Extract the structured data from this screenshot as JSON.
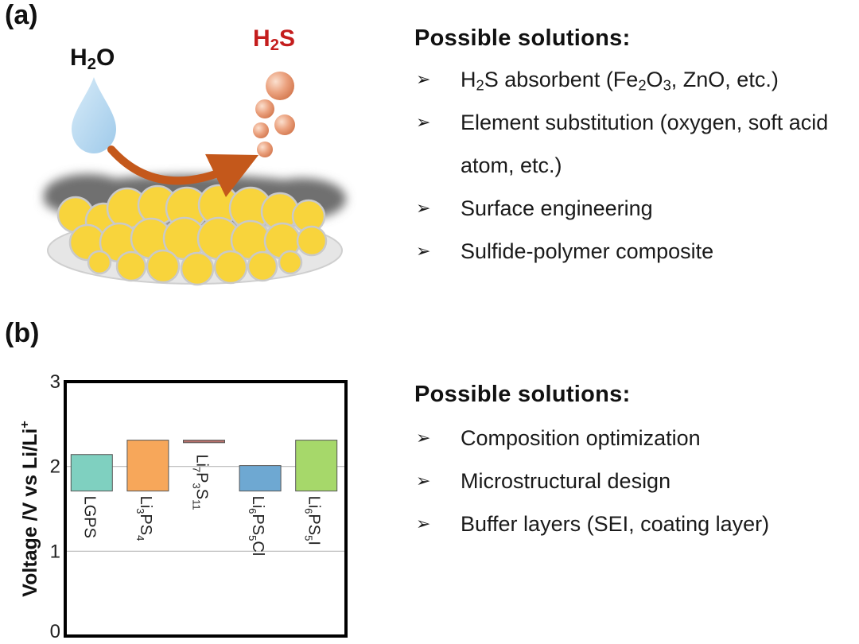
{
  "panel_a": {
    "label": "(a)",
    "water_label": [
      "H",
      "2",
      "O"
    ],
    "gas_label": [
      "H",
      "2",
      "S"
    ],
    "heading": "Possible solutions:",
    "solutions": [
      [
        {
          "t": "H"
        },
        {
          "t": "2",
          "sub": true
        },
        {
          "t": "S absorbent (Fe"
        },
        {
          "t": "2",
          "sub": true
        },
        {
          "t": "O"
        },
        {
          "t": "3",
          "sub": true
        },
        {
          "t": ", ZnO, etc.)"
        }
      ],
      [
        {
          "t": "Element substitution (oxygen, soft acid atom, etc.)"
        }
      ],
      [
        {
          "t": "Surface engineering"
        }
      ],
      [
        {
          "t": "Sulfide-polymer composite"
        }
      ]
    ]
  },
  "panel_b": {
    "label": "(b)",
    "heading": "Possible solutions:",
    "solutions": [
      [
        {
          "t": "Composition optimization"
        }
      ],
      [
        {
          "t": "Microstructural design"
        }
      ],
      [
        {
          "t": "Buffer layers (SEI, coating layer)"
        }
      ]
    ]
  },
  "bullet_glyph": "➢",
  "chart_data": {
    "type": "bar",
    "title": "",
    "xlabel": "",
    "ylabel": [
      {
        "t": "Voltage /V vs Li/Li"
      },
      {
        "t": "+",
        "sup": true
      }
    ],
    "ylim": [
      0,
      3
    ],
    "yticks": [
      0,
      1,
      2,
      3
    ],
    "grid": "horizontal at 1 and 2",
    "categories": [
      [
        {
          "t": "LGPS"
        }
      ],
      [
        {
          "t": "Li"
        },
        {
          "t": "3",
          "sub": true
        },
        {
          "t": "PS"
        },
        {
          "t": "4",
          "sub": true
        }
      ],
      [
        {
          "t": "Li"
        },
        {
          "t": "7",
          "sub": true
        },
        {
          "t": "P"
        },
        {
          "t": "3",
          "sub": true
        },
        {
          "t": "S"
        },
        {
          "t": "11",
          "sub": true
        }
      ],
      [
        {
          "t": "Li"
        },
        {
          "t": "6",
          "sub": true
        },
        {
          "t": "PS"
        },
        {
          "t": "5",
          "sub": true
        },
        {
          "t": "Cl"
        }
      ],
      [
        {
          "t": "Li"
        },
        {
          "t": "6",
          "sub": true
        },
        {
          "t": "PS"
        },
        {
          "t": "5",
          "sub": true
        },
        {
          "t": "I"
        }
      ]
    ],
    "ranges": [
      [
        1.71,
        2.14
      ],
      [
        1.71,
        2.31
      ],
      [
        2.28,
        2.31
      ],
      [
        1.71,
        2.01
      ],
      [
        1.71,
        2.31
      ]
    ],
    "colors": [
      "#7fd0c0",
      "#f7a75a",
      "#b5706a",
      "#6ea8d2",
      "#a6d86a"
    ]
  }
}
